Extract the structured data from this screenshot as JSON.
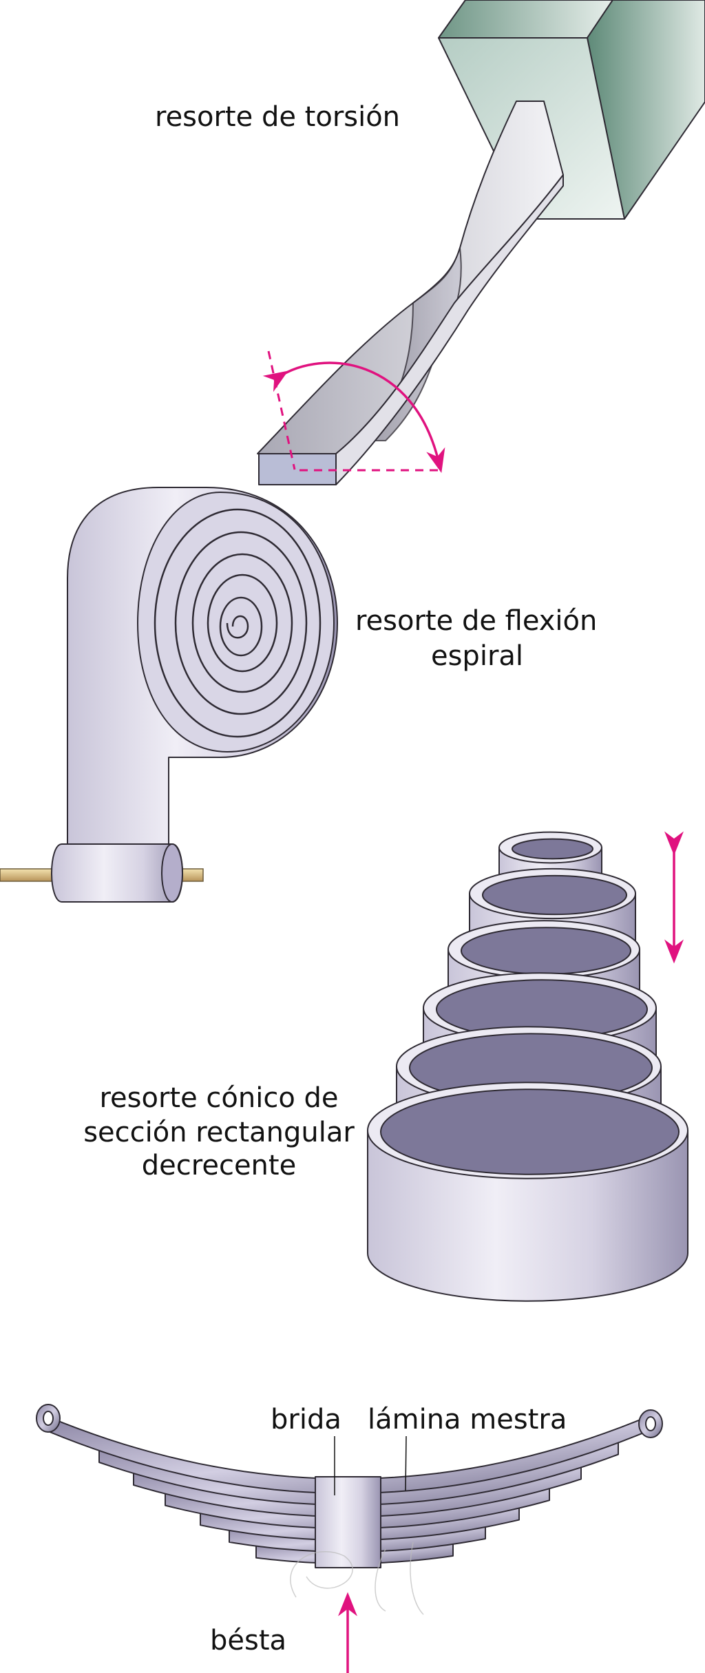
{
  "torsion": {
    "label": "resorte de torsión"
  },
  "spiral": {
    "label_line1": "resorte de flexión",
    "label_line2": "espiral"
  },
  "conical": {
    "label_line1": "resorte cónico de",
    "label_line2": "sección rectangular",
    "label_line3": "decrecente"
  },
  "leaf": {
    "label_flange": "brida",
    "label_master_leaf": "lámina mestra",
    "label_base": "bésta"
  },
  "colors": {
    "accent": "#e0127f",
    "metal_light": "#e8e6f0",
    "metal_dark": "#6f6a86",
    "block_green": "#7fa595"
  }
}
